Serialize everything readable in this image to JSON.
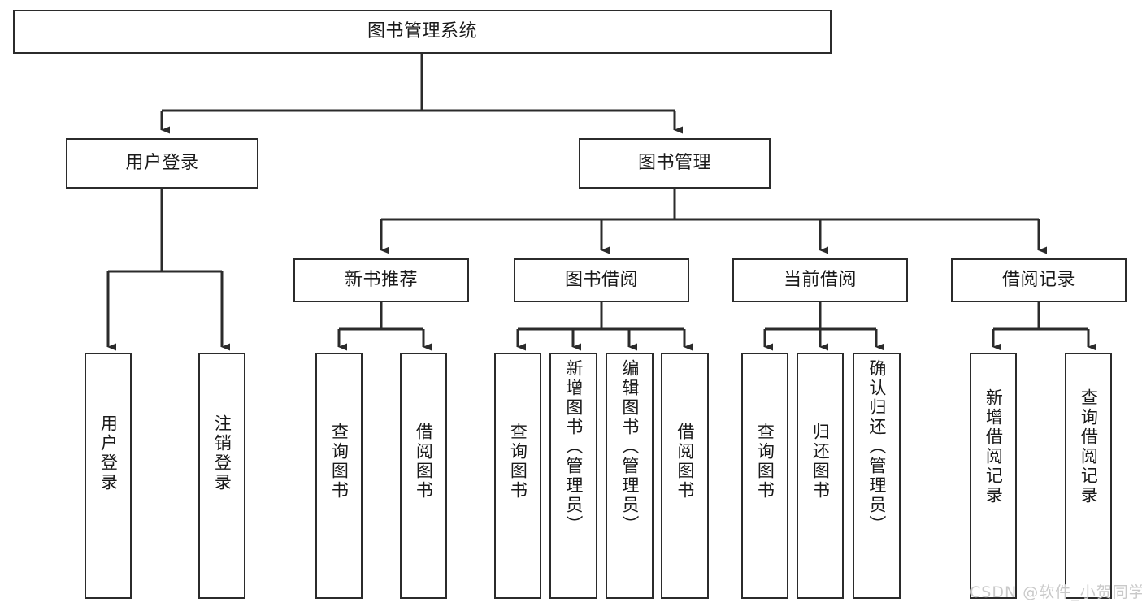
{
  "diagram": {
    "type": "tree-hierarchy",
    "title": "图书管理系统",
    "orientation": "top-down",
    "colors": {
      "box_border": "#2b2b2b",
      "box_fill": "#ffffff",
      "connector": "#2b2b2b",
      "text": "#1a1a1a",
      "watermark": "#c9c9c9",
      "background": "#ffffff"
    },
    "levels": {
      "root": {
        "label": "图书管理系统"
      },
      "level2": [
        {
          "id": "user-login",
          "label": "用户登录"
        },
        {
          "id": "book-management",
          "label": "图书管理"
        }
      ],
      "level3": [
        {
          "id": "new-book-recommend",
          "label": "新书推荐",
          "parent": "book-management"
        },
        {
          "id": "book-borrow",
          "label": "图书借阅",
          "parent": "book-management"
        },
        {
          "id": "current-borrow",
          "label": "当前借阅",
          "parent": "book-management"
        },
        {
          "id": "borrow-record",
          "label": "借阅记录",
          "parent": "book-management"
        }
      ],
      "leaves": [
        {
          "id": "leaf-user-login",
          "label": "用户登录",
          "parent": "user-login"
        },
        {
          "id": "leaf-user-logout",
          "label": "注销登录",
          "parent": "user-login"
        },
        {
          "id": "leaf-query-book-1",
          "label": "查询图书",
          "parent": "new-book-recommend"
        },
        {
          "id": "leaf-borrow-book-1",
          "label": "借阅图书",
          "parent": "new-book-recommend"
        },
        {
          "id": "leaf-query-book-2",
          "label": "查询图书",
          "parent": "book-borrow"
        },
        {
          "id": "leaf-add-book",
          "label": "新增图书（管理员）",
          "parent": "book-borrow"
        },
        {
          "id": "leaf-edit-book",
          "label": "编辑图书（管理员）",
          "parent": "book-borrow"
        },
        {
          "id": "leaf-borrow-book-2",
          "label": "借阅图书",
          "parent": "book-borrow"
        },
        {
          "id": "leaf-query-book-3",
          "label": "查询图书",
          "parent": "current-borrow"
        },
        {
          "id": "leaf-return-book",
          "label": "归还图书",
          "parent": "current-borrow"
        },
        {
          "id": "leaf-confirm-return",
          "label": "确认归还（管理员）",
          "parent": "current-borrow"
        },
        {
          "id": "leaf-add-record",
          "label": "新增借阅记录",
          "parent": "borrow-record"
        },
        {
          "id": "leaf-query-record",
          "label": "查询借阅记录",
          "parent": "borrow-record"
        }
      ]
    },
    "watermark": "CSDN @软件_小贺同学"
  }
}
